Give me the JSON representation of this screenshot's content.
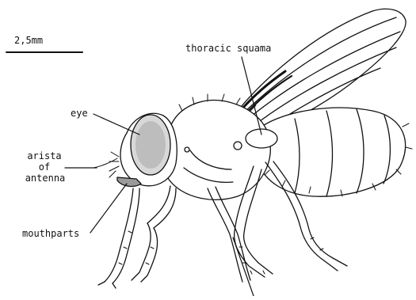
{
  "scale_bar": {
    "label": "2,5mm"
  },
  "labels": {
    "thoracic_squama": "thoracic squama",
    "eye": "eye",
    "arista_line1": "arista",
    "arista_line2": "of",
    "arista_line3": "antenna",
    "mouthparts": "mouthparts"
  },
  "colors": {
    "ink": "#111111",
    "paper": "#ffffff"
  }
}
